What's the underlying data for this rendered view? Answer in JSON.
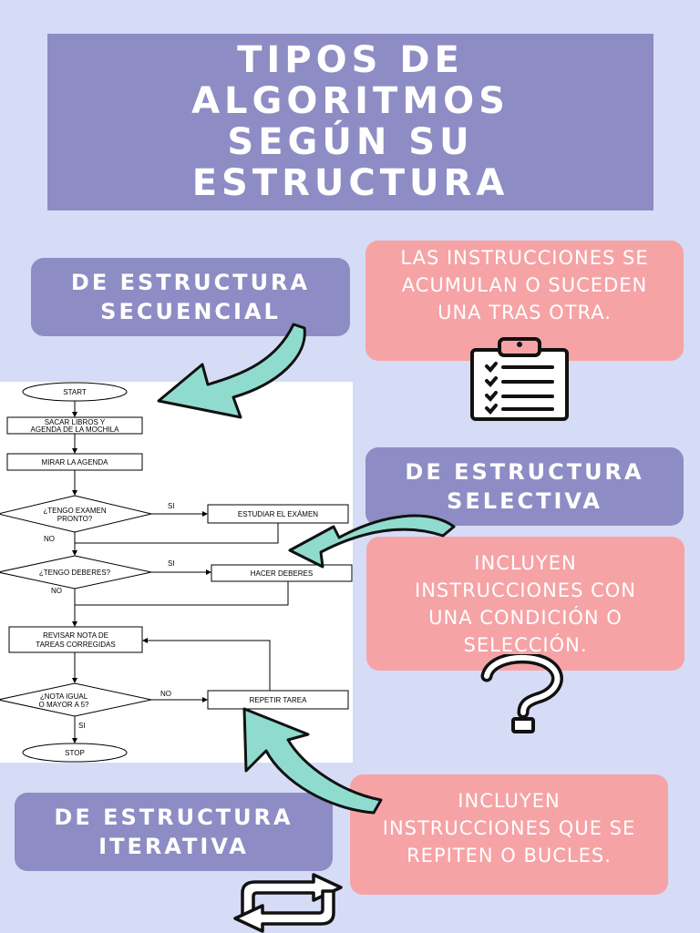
{
  "title": {
    "lines": [
      "TIPOS DE",
      "ALGORITMOS",
      "SEGÚN SU",
      "ESTRUCTURA"
    ]
  },
  "secuencial": {
    "label_lines": [
      "DE ESTRUCTURA",
      "SECUENCIAL"
    ],
    "description_lines": [
      "LAS INSTRUCCIONES SE",
      "ACUMULAN O SUCEDEN",
      "UNA TRAS OTRA."
    ],
    "icon": "clipboard-checklist-icon"
  },
  "selectiva": {
    "label_lines": [
      "DE ESTRUCTURA",
      "SELECTIVA"
    ],
    "description_lines": [
      "INCLUYEN",
      "INSTRUCCIONES CON",
      "UNA CONDICIÓN O",
      "SELECCIÓN."
    ],
    "icon": "question-mark-icon"
  },
  "iterativa": {
    "label_lines": [
      "DE ESTRUCTURA",
      "ITERATIVA"
    ],
    "description_lines": [
      "INCLUYEN",
      "INSTRUCCIONES QUE SE",
      "REPITEN O BUCLES."
    ],
    "icon": "loop-arrows-icon"
  },
  "flowchart": {
    "start": "START",
    "step1_lines": [
      "SACAR LIBROS Y",
      "AGENDA DE LA MOCHILA"
    ],
    "step2": "MIRAR LA AGENDA",
    "decision1_lines": [
      "¿TENGO EXAMEN",
      "PRONTO?"
    ],
    "yes1": "SI",
    "action1": "ESTUDIAR EL EXÁMEN",
    "no1": "NO",
    "decision2": "¿TENGO DEBERES?",
    "yes2": "SI",
    "action2": "HACER DEBERES",
    "no2": "NO",
    "step3_lines": [
      "REVISAR NOTA DE",
      "TAREAS CORREGIDAS"
    ],
    "decision3_lines": [
      "¿NOTA IGUAL",
      "O MAYOR A 5?"
    ],
    "no3": "NO",
    "action3": "REPETIR TAREA",
    "yes3": "SI",
    "stop": "STOP"
  },
  "colors": {
    "background": "#d6dcf6",
    "purple": "#8e8cc4",
    "pink": "#f6a3a6",
    "teal_arrow": "#8fdccf"
  }
}
